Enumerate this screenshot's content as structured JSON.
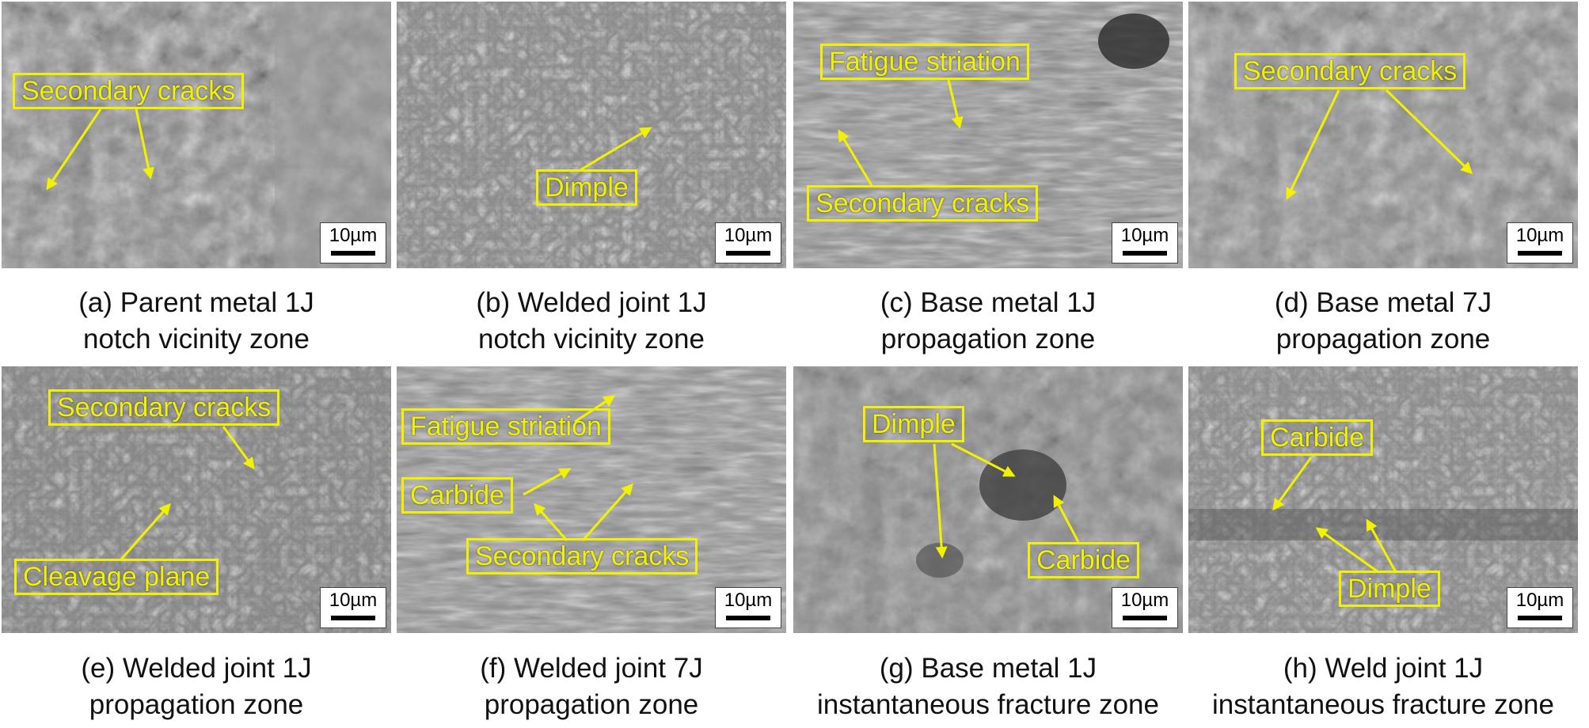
{
  "scale_label": "10µm",
  "accent_color": "#f2f200",
  "panels": [
    {
      "caption_line1": "(a) Parent metal 1J",
      "caption_line2": "notch vicinity zone",
      "labels": [
        "Secondary cracks"
      ]
    },
    {
      "caption_line1": "(b) Welded joint 1J",
      "caption_line2": "notch vicinity zone",
      "labels": [
        "Dimple"
      ]
    },
    {
      "caption_line1": "(c) Base metal 1J",
      "caption_line2": "propagation zone",
      "labels": [
        "Fatigue striation",
        "Secondary cracks"
      ]
    },
    {
      "caption_line1": "(d) Base metal 7J",
      "caption_line2": "propagation zone",
      "labels": [
        "Secondary cracks"
      ]
    },
    {
      "caption_line1": "(e) Welded joint 1J",
      "caption_line2": "propagation zone",
      "labels": [
        "Secondary cracks",
        "Cleavage plane"
      ]
    },
    {
      "caption_line1": "(f) Welded joint 7J",
      "caption_line2": "propagation zone",
      "labels": [
        "Fatigue striation",
        "Carbide",
        "Secondary cracks"
      ]
    },
    {
      "caption_line1": "(g) Base metal 1J",
      "caption_line2": "instantaneous fracture zone",
      "labels": [
        "Dimple",
        "Carbide"
      ]
    },
    {
      "caption_line1": "(h) Weld joint 1J",
      "caption_line2": "instantaneous fracture zone",
      "labels": [
        "Carbide",
        "Dimple"
      ]
    }
  ]
}
